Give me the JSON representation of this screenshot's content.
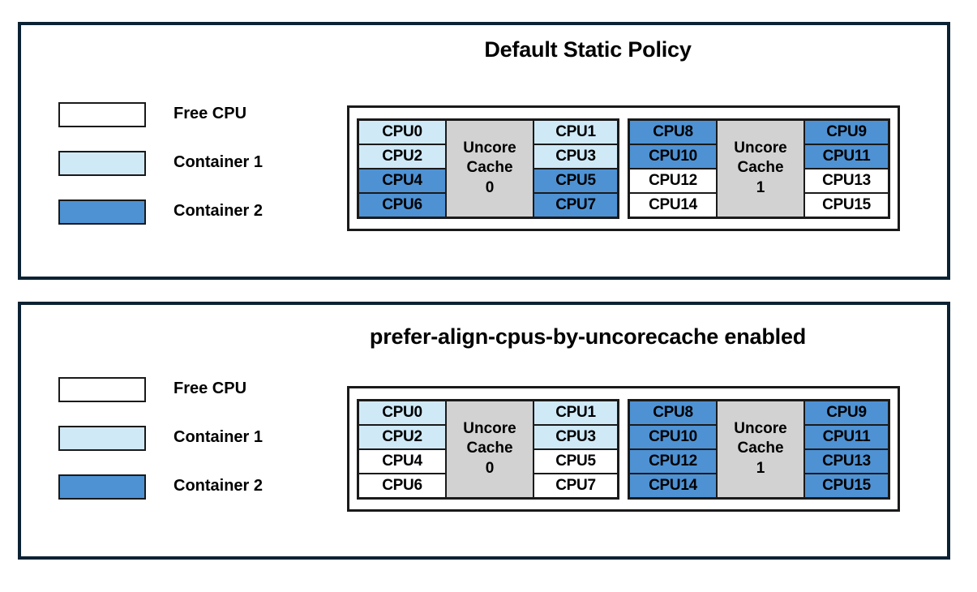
{
  "colors": {
    "panel_border": "#0b2233",
    "free_cpu": "#ffffff",
    "container_1": "#cfe9f7",
    "container_2": "#4e92d4",
    "uncore_cache": "#d2d2d2",
    "cell_border": "#1a1a1a",
    "text": "#000000"
  },
  "panels": [
    {
      "title": "Default Static Policy",
      "legend": [
        {
          "label": "Free CPU",
          "swatch": "free"
        },
        {
          "label": "Container 1",
          "swatch": "c1"
        },
        {
          "label": "Container 2",
          "swatch": "c2"
        }
      ],
      "groups": [
        {
          "cache_label_line1": "Uncore",
          "cache_label_line2": "Cache",
          "cache_label_line3": "0",
          "left_column": [
            {
              "label": "CPU0",
              "state": "c1"
            },
            {
              "label": "CPU2",
              "state": "c1"
            },
            {
              "label": "CPU4",
              "state": "c2"
            },
            {
              "label": "CPU6",
              "state": "c2"
            }
          ],
          "right_column": [
            {
              "label": "CPU1",
              "state": "c1"
            },
            {
              "label": "CPU3",
              "state": "c1"
            },
            {
              "label": "CPU5",
              "state": "c2"
            },
            {
              "label": "CPU7",
              "state": "c2"
            }
          ]
        },
        {
          "cache_label_line1": "Uncore",
          "cache_label_line2": "Cache",
          "cache_label_line3": "1",
          "left_column": [
            {
              "label": "CPU8",
              "state": "c2"
            },
            {
              "label": "CPU10",
              "state": "c2"
            },
            {
              "label": "CPU12",
              "state": "free"
            },
            {
              "label": "CPU14",
              "state": "free"
            }
          ],
          "right_column": [
            {
              "label": "CPU9",
              "state": "c2"
            },
            {
              "label": "CPU11",
              "state": "c2"
            },
            {
              "label": "CPU13",
              "state": "free"
            },
            {
              "label": "CPU15",
              "state": "free"
            }
          ]
        }
      ]
    },
    {
      "title": "prefer-align-cpus-by-uncorecache enabled",
      "legend": [
        {
          "label": "Free CPU",
          "swatch": "free"
        },
        {
          "label": "Container 1",
          "swatch": "c1"
        },
        {
          "label": "Container 2",
          "swatch": "c2"
        }
      ],
      "groups": [
        {
          "cache_label_line1": "Uncore",
          "cache_label_line2": "Cache",
          "cache_label_line3": "0",
          "left_column": [
            {
              "label": "CPU0",
              "state": "c1"
            },
            {
              "label": "CPU2",
              "state": "c1"
            },
            {
              "label": "CPU4",
              "state": "free"
            },
            {
              "label": "CPU6",
              "state": "free"
            }
          ],
          "right_column": [
            {
              "label": "CPU1",
              "state": "c1"
            },
            {
              "label": "CPU3",
              "state": "c1"
            },
            {
              "label": "CPU5",
              "state": "free"
            },
            {
              "label": "CPU7",
              "state": "free"
            }
          ]
        },
        {
          "cache_label_line1": "Uncore",
          "cache_label_line2": "Cache",
          "cache_label_line3": "1",
          "left_column": [
            {
              "label": "CPU8",
              "state": "c2"
            },
            {
              "label": "CPU10",
              "state": "c2"
            },
            {
              "label": "CPU12",
              "state": "c2"
            },
            {
              "label": "CPU14",
              "state": "c2"
            }
          ],
          "right_column": [
            {
              "label": "CPU9",
              "state": "c2"
            },
            {
              "label": "CPU11",
              "state": "c2"
            },
            {
              "label": "CPU13",
              "state": "c2"
            },
            {
              "label": "CPU15",
              "state": "c2"
            }
          ]
        }
      ]
    }
  ]
}
